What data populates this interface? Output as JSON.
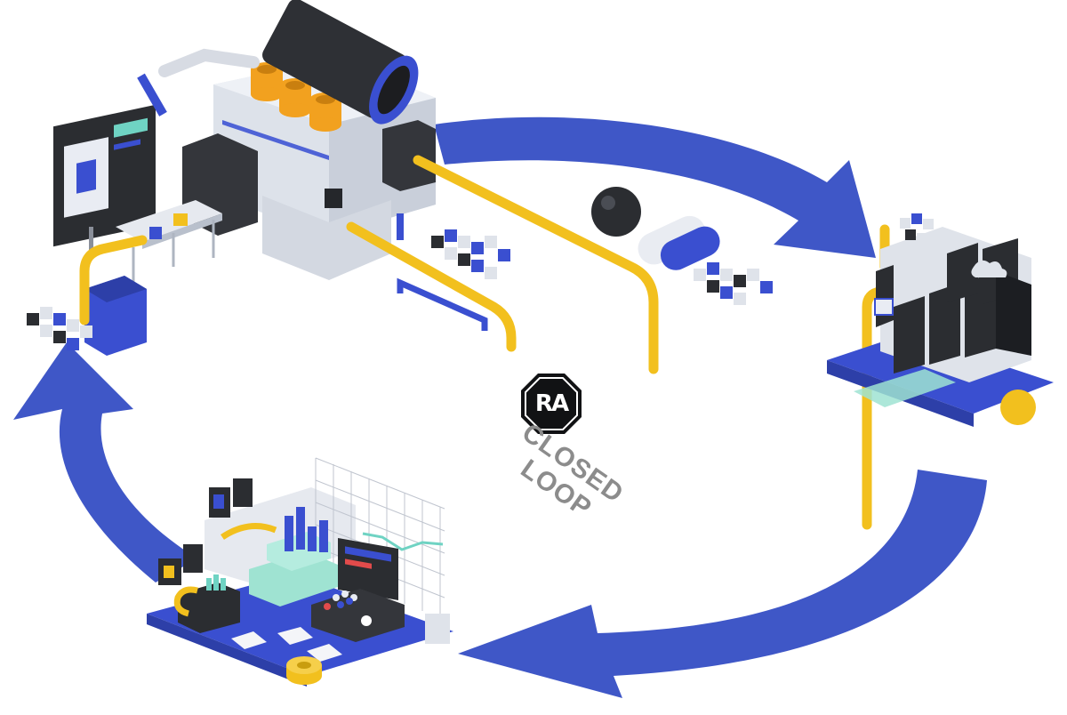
{
  "logo": {
    "text": "RA"
  },
  "caption": {
    "line1": "CLOSED",
    "line2": "LOOP"
  },
  "colors": {
    "arrow_blue": "#3f57c7",
    "accent_blue": "#3a4fd0",
    "yellow_pipe": "#f2c01e",
    "orange_cup": "#f2a11f",
    "dark_gray": "#2b2d31",
    "light_gray": "#dfe3ea",
    "teal": "#9fe3d2",
    "caption_gray": "#8c8c8c"
  },
  "icons": {
    "factory": "manufacturing-machine-icon",
    "datacenter": "server-cloud-icon",
    "analytics": "analytics-workspace-icon",
    "arrows": "cycle-arrow-icon"
  }
}
